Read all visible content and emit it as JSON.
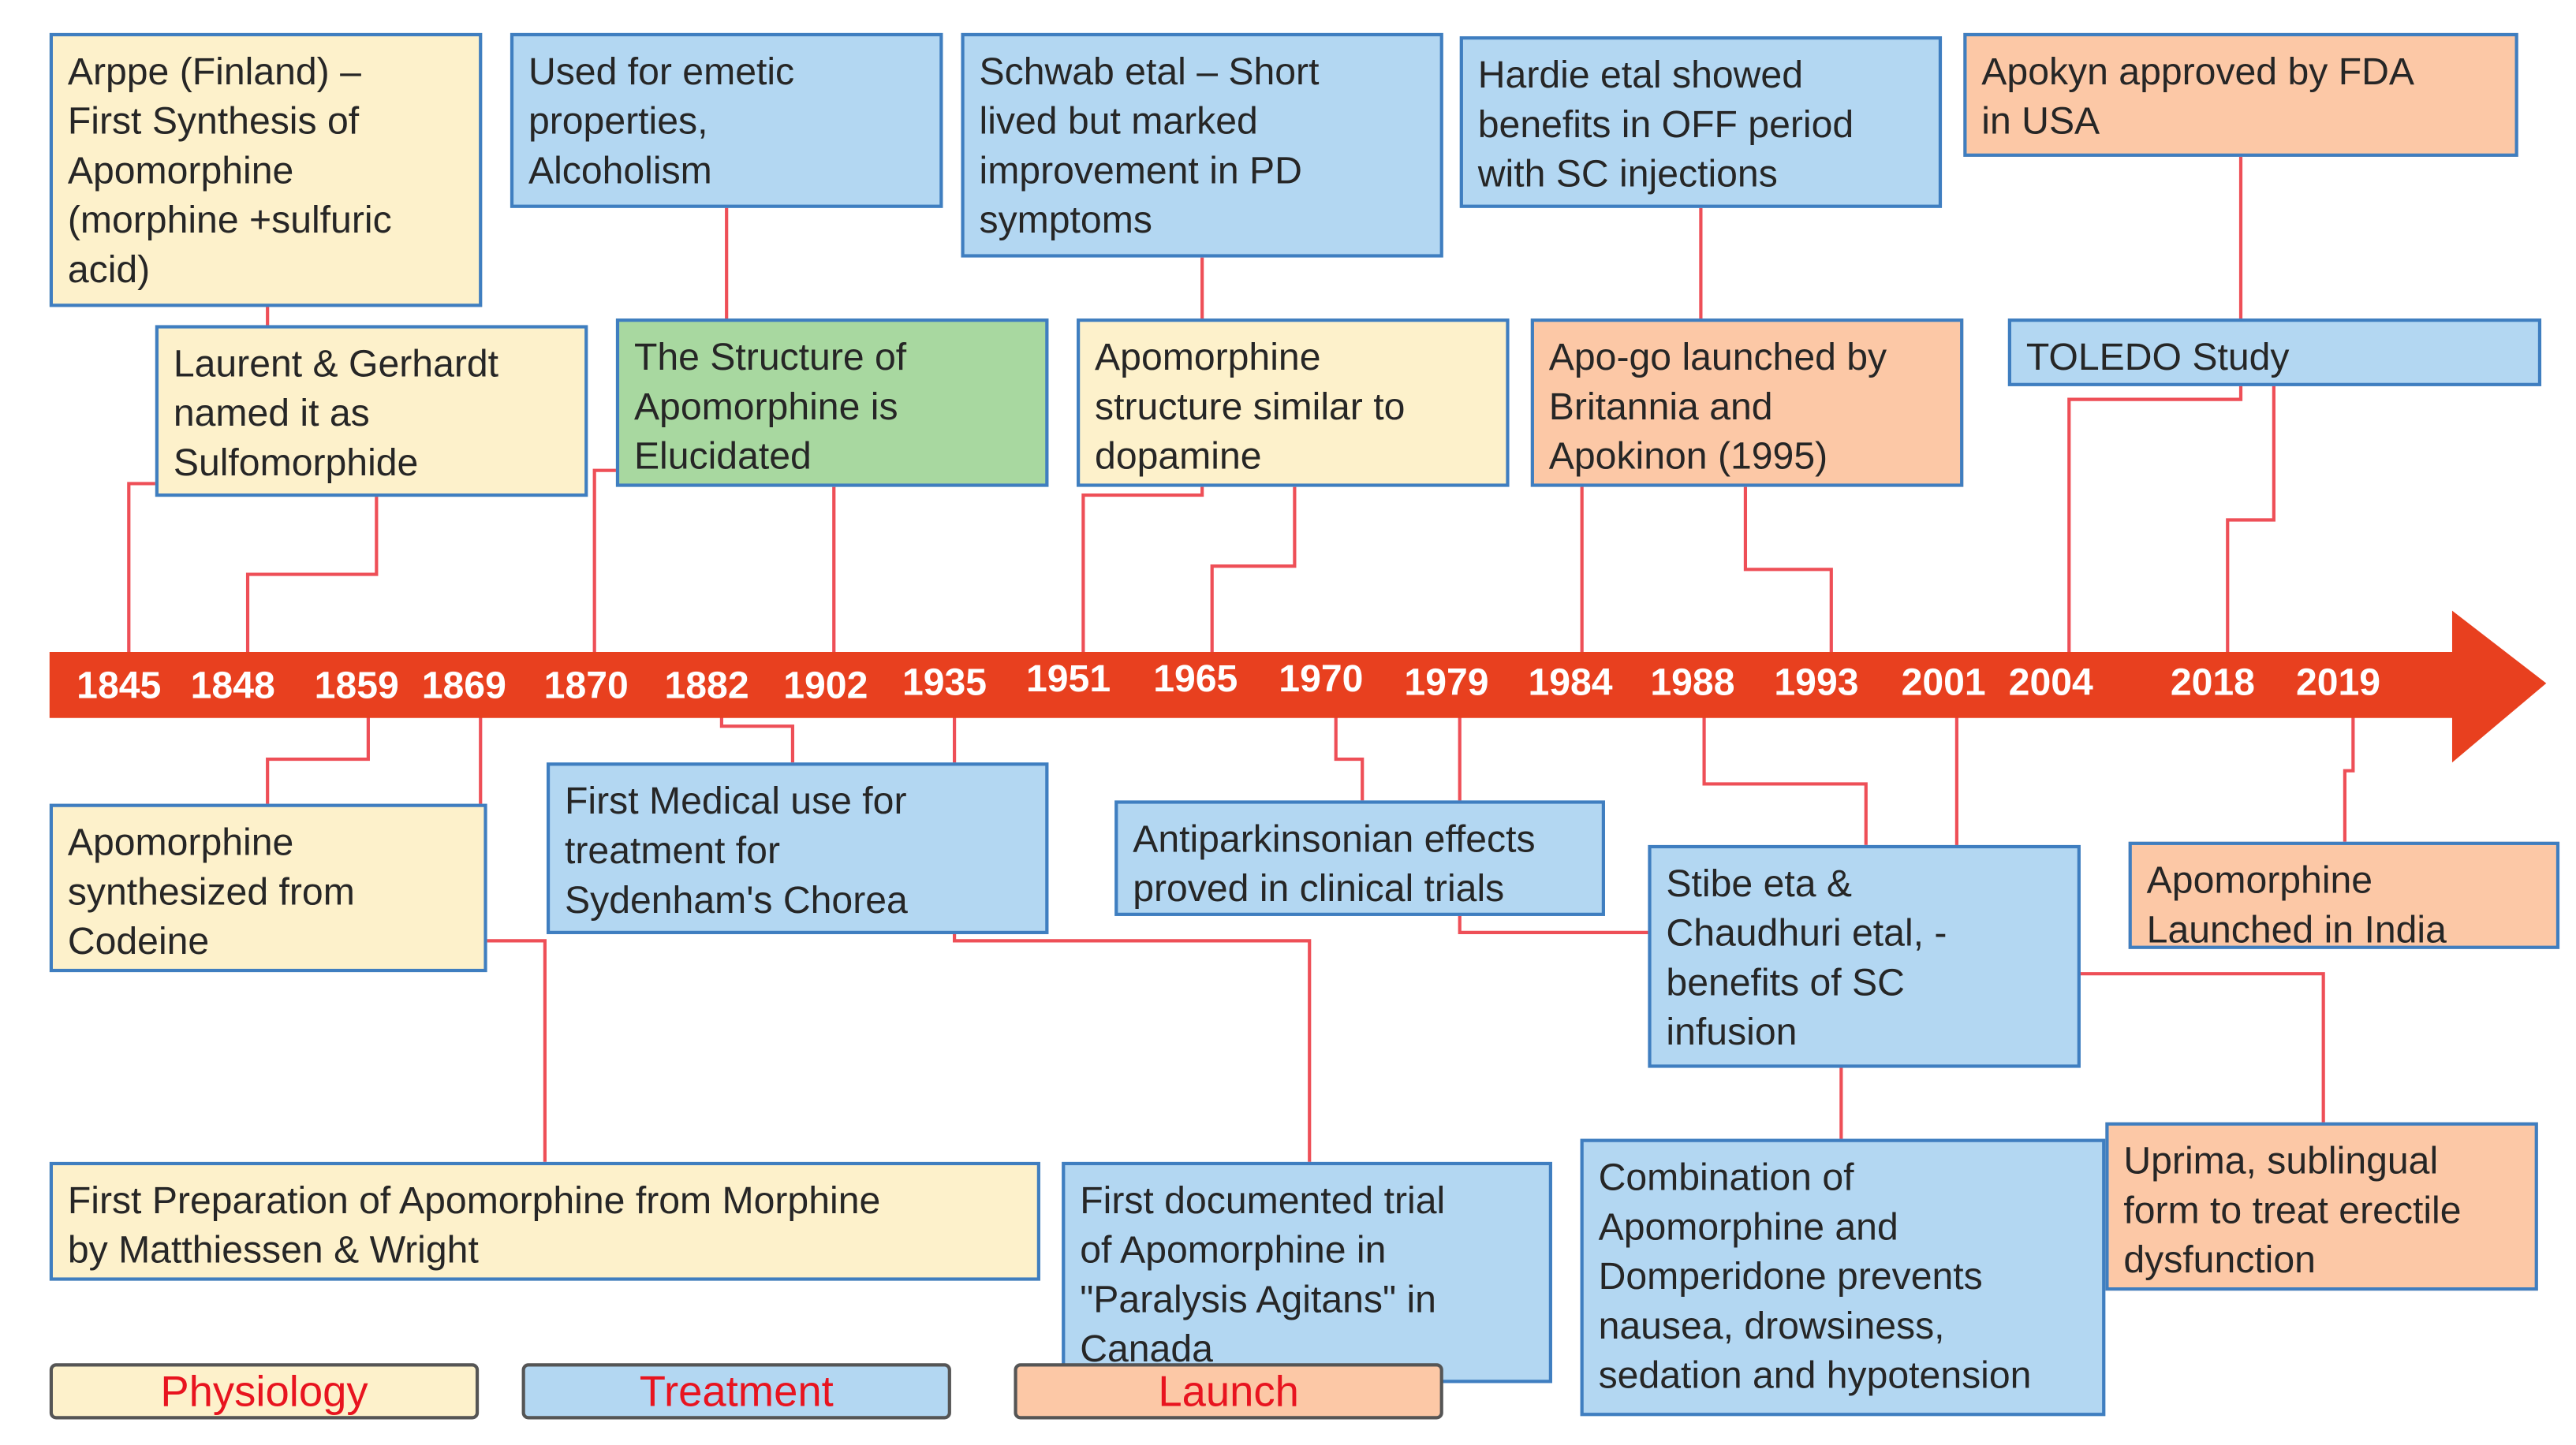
{
  "colors": {
    "physiology": "#fdf1cb",
    "treatment": "#b3d7f2",
    "launch": "#fcc8a6",
    "structure": "#a8d8a0",
    "arrow": "#e8401f",
    "connector": "#e8141f",
    "border": "#3f7ec0"
  },
  "years": [
    "1845",
    "1848",
    "1859",
    "1869",
    "1870",
    "1882",
    "1902",
    "1935",
    "1951",
    "1965",
    "1970",
    "1979",
    "1984",
    "1988",
    "1993",
    "2001",
    "2004",
    "2018",
    "2019"
  ],
  "events": [
    {
      "id": "arppe",
      "category": "physiology",
      "text": "Arppe (Finland) –\nFirst Synthesis of\nApomorphine\n(morphine +sulfuric\nacid)"
    },
    {
      "id": "emetic",
      "category": "treatment",
      "text": "Used for emetic\nproperties,\nAlcoholism"
    },
    {
      "id": "schwab",
      "category": "treatment",
      "text": "Schwab etal – Short\nlived but marked\nimprovement in PD\nsymptoms"
    },
    {
      "id": "hardie",
      "category": "treatment",
      "text": "Hardie etal showed\nbenefits in OFF period\nwith SC injections"
    },
    {
      "id": "apokyn",
      "category": "launch",
      "text": "Apokyn approved by FDA\nin USA"
    },
    {
      "id": "laurent",
      "category": "physiology",
      "text": "Laurent & Gerhardt\nnamed it as\nSulfomorphide"
    },
    {
      "id": "structure",
      "category": "structure",
      "text": "The Structure of\nApomorphine is\nElucidated"
    },
    {
      "id": "dopamine",
      "category": "physiology",
      "text": "Apomorphine\nstructure similar to\ndopamine"
    },
    {
      "id": "apogo",
      "category": "launch",
      "text": "Apo-go launched by\nBritannia and\nApokinon (1995)"
    },
    {
      "id": "toledo",
      "category": "treatment",
      "text": "TOLEDO Study"
    },
    {
      "id": "codeine",
      "category": "physiology",
      "text": "Apomorphine\nsynthesized from\nCodeine"
    },
    {
      "id": "chorea",
      "category": "treatment",
      "text": "First Medical use for\ntreatment for\nSydenham's Chorea"
    },
    {
      "id": "antiparkinsonian",
      "category": "treatment",
      "text": "Antiparkinsonian effects\nproved in clinical trials"
    },
    {
      "id": "stibe",
      "category": "treatment",
      "text": "Stibe eta &\nChaudhuri etal, -\nbenefits of SC\ninfusion"
    },
    {
      "id": "india",
      "category": "launch",
      "text": "Apomorphine\nLaunched in India"
    },
    {
      "id": "matthiessen",
      "category": "physiology",
      "text": "First Preparation of Apomorphine from Morphine\nby Matthiessen & Wright"
    },
    {
      "id": "canada",
      "category": "treatment",
      "text": "First documented trial\nof Apomorphine in\n\"Paralysis Agitans\" in\nCanada"
    },
    {
      "id": "domperidone",
      "category": "treatment",
      "text": "Combination of\nApomorphine and\nDomperidone prevents\nnausea, drowsiness,\nsedation and hypotension"
    },
    {
      "id": "uprima",
      "category": "launch",
      "text": "Uprima, sublingual\nform to treat erectile\ndysfunction"
    }
  ],
  "legend": [
    {
      "id": "physiology",
      "label": "Physiology"
    },
    {
      "id": "treatment",
      "label": "Treatment"
    },
    {
      "id": "launch",
      "label": "Launch"
    }
  ]
}
